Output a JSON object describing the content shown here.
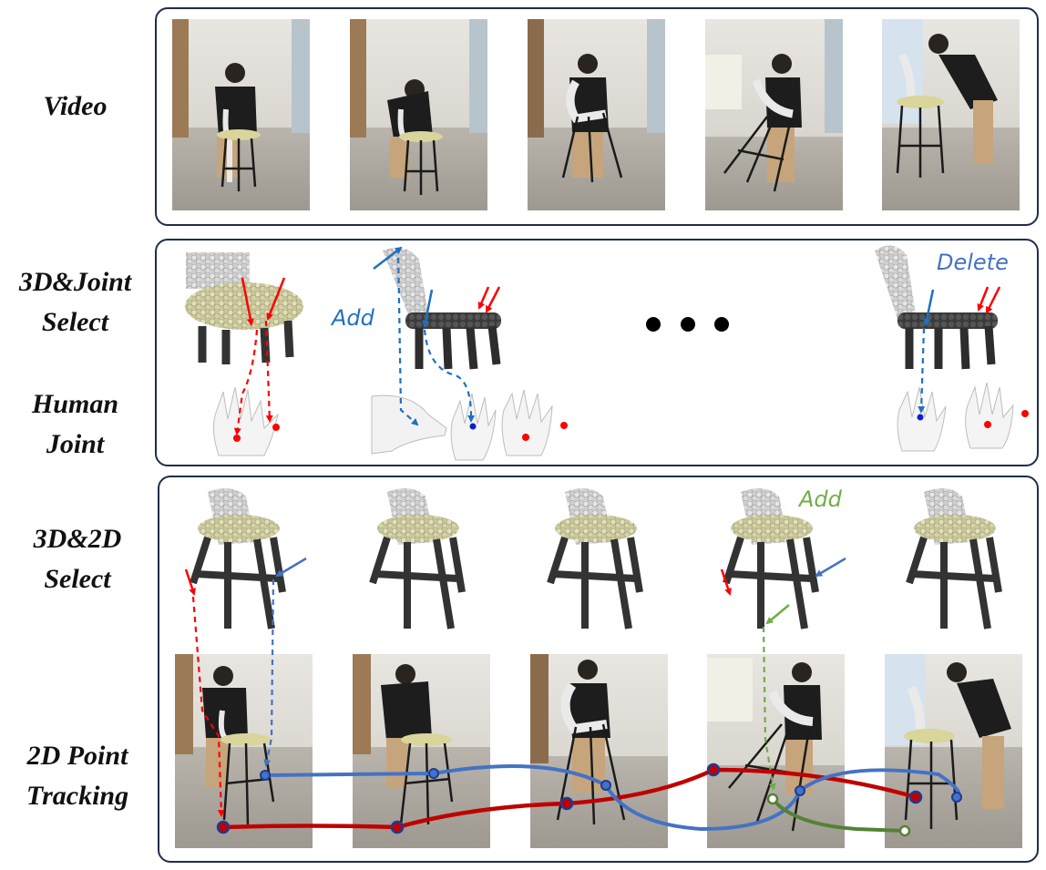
{
  "labels": {
    "video": "Video",
    "select_line1": "3D&Joint",
    "select_line2": "Select",
    "human_line1": "Human",
    "human_line2": "Joint",
    "sel2d_line1": "3D&2D",
    "sel2d_line2": "Select",
    "track_line1": "2D Point",
    "track_line2": "Tracking"
  },
  "annotations": {
    "add_blue": "Add",
    "delete_blue": "Delete",
    "add_green": "Add"
  },
  "colors": {
    "panel_border": "#1f2d4d",
    "red_track": "#c00000",
    "blue_track": "#4472c4",
    "green_track": "#548235",
    "red_arrow": "#ff0000",
    "blue_arrow": "#1f70c1",
    "floor": "#a6a39b",
    "chair_seat": "#d9d59b"
  }
}
